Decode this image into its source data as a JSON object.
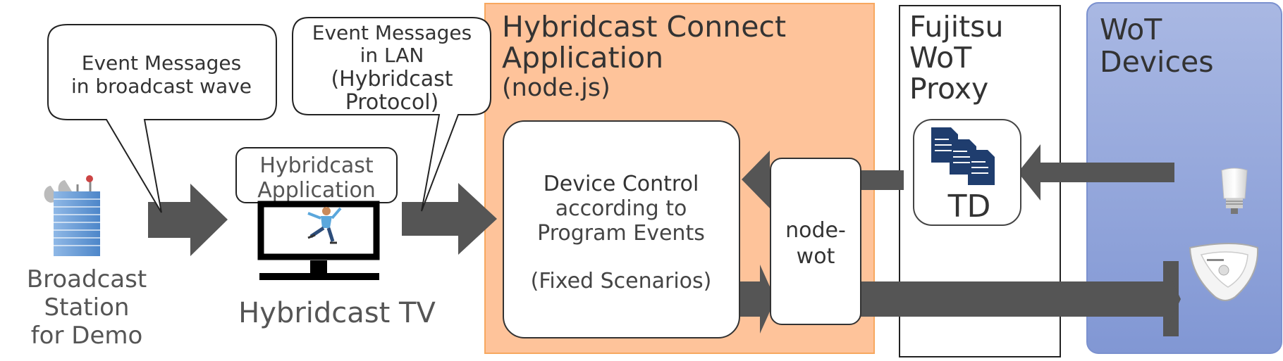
{
  "callouts": {
    "broadcast": {
      "lines": [
        "Event Messages",
        "in broadcast wave"
      ]
    },
    "lan": {
      "lines": [
        "Event Messages",
        "in LAN",
        "(Hybridcast",
        "Protocol)"
      ]
    }
  },
  "panels": {
    "hybridcast_connect": {
      "lines": [
        "Hybridcast Connect",
        "Application",
        "(node.js)"
      ],
      "fill": "#fec39a",
      "border": "#f7a85f"
    },
    "fujitsu": {
      "lines": [
        "Fujitsu",
        "WoT",
        "Proxy"
      ]
    },
    "wot_devices": {
      "lines": [
        "WoT",
        "Devices"
      ],
      "fill_top": "#a9b8e3",
      "fill_bottom": "#8197d4",
      "border": "#7b91cf"
    }
  },
  "device_control": {
    "lines": [
      "Device Control",
      "according to",
      "Program Events"
    ],
    "note": "(Fixed Scenarios)"
  },
  "node_wot": {
    "lines": [
      "node-",
      "wot"
    ]
  },
  "td": {
    "label": "TD",
    "icon": "document-stack-icon",
    "icon_color": "#1f3d6e"
  },
  "hybridcast_app": {
    "lines": [
      "Hybridcast",
      "Application"
    ]
  },
  "hybridcast_tv": {
    "label": "Hybridcast TV",
    "icon": "tv-icon"
  },
  "broadcast_station": {
    "lines": [
      "Broadcast",
      "Station",
      "for Demo"
    ],
    "icon": "broadcast-building-icon"
  },
  "devices": {
    "bulb_icon": "light-bulb-icon",
    "robot_icon": "robot-vacuum-icon"
  },
  "colors": {
    "arrow": "#555555",
    "text": "#333333"
  }
}
